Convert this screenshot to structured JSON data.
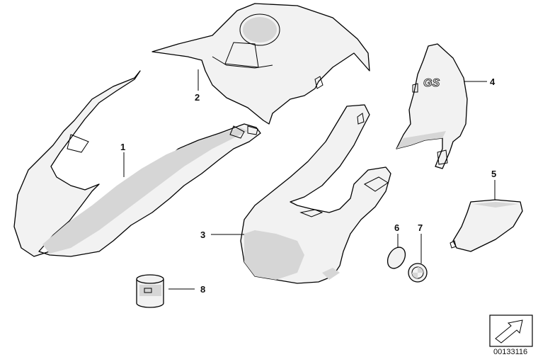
{
  "callouts": [
    {
      "id": "1",
      "label": "1"
    },
    {
      "id": "2",
      "label": "2"
    },
    {
      "id": "3",
      "label": "3"
    },
    {
      "id": "4",
      "label": "4"
    },
    {
      "id": "5",
      "label": "5"
    },
    {
      "id": "6",
      "label": "6"
    },
    {
      "id": "7",
      "label": "7"
    },
    {
      "id": "8",
      "label": "8"
    }
  ],
  "reference_number": "00133116",
  "decal_text": "GS",
  "colors": {
    "line": "#000000",
    "fill": "#f2f2f2",
    "shade": "#d6d6d6"
  }
}
